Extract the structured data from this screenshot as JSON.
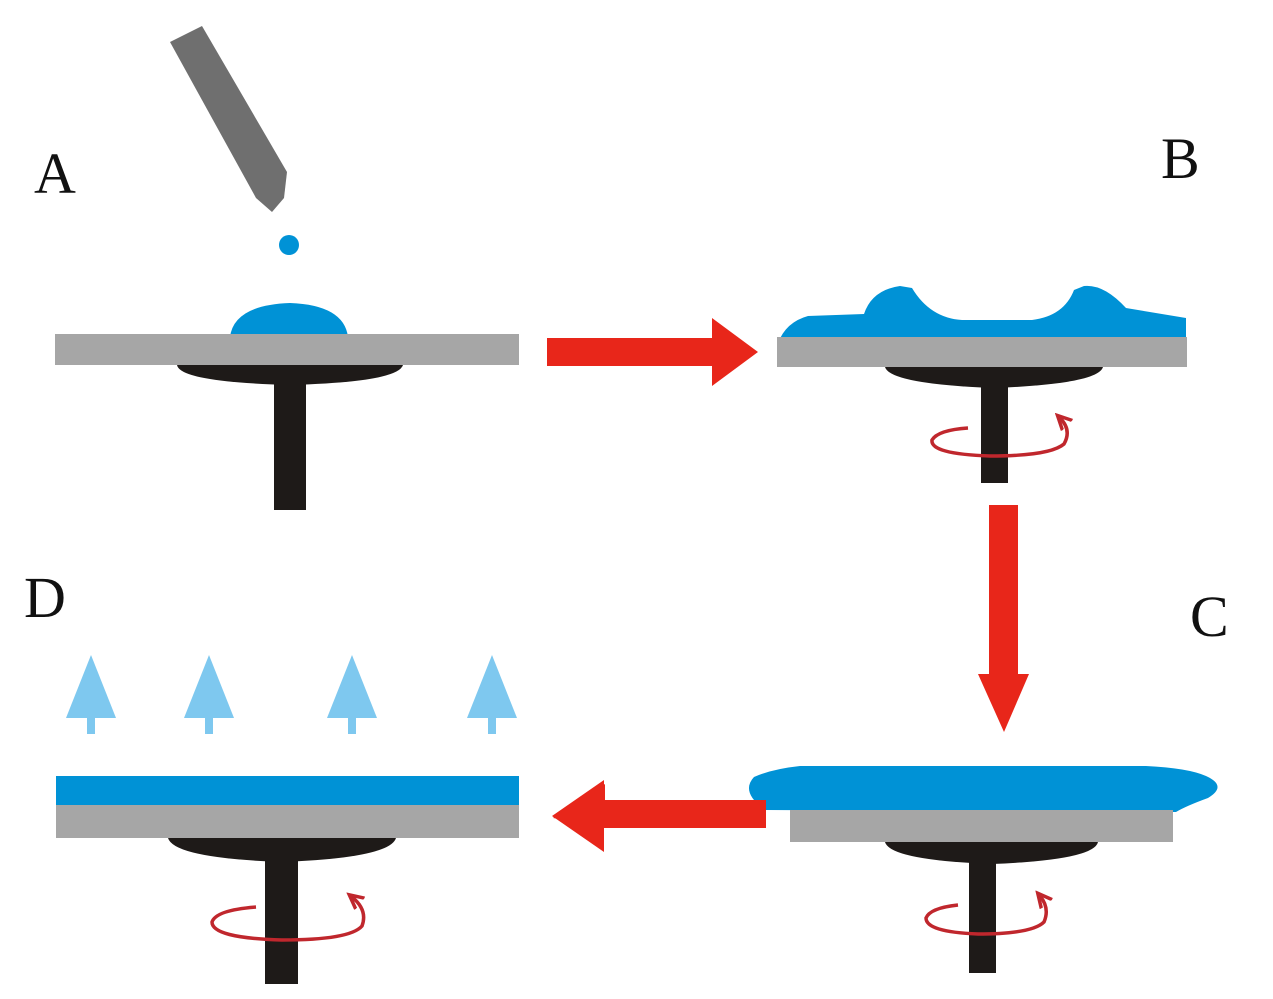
{
  "panels": {
    "a": {
      "label": "A"
    },
    "b": {
      "label": "B"
    },
    "c": {
      "label": "C"
    },
    "d": {
      "label": "D"
    }
  },
  "colors": {
    "fluid": "#0092d6",
    "substrate": "#a6a6a6",
    "chuck": "#1e1a18",
    "pipette": "#6f6f6f",
    "flow_arrow": "#e8261a",
    "rotation_arrow": "#c0272d",
    "evaporation_arrow": "#7ec8ef",
    "background": "#ffffff"
  },
  "icons": {
    "pipette": "pipette-icon",
    "rotation": "rotation-arrow-icon",
    "evaporation": "evaporation-arrow-icon"
  }
}
